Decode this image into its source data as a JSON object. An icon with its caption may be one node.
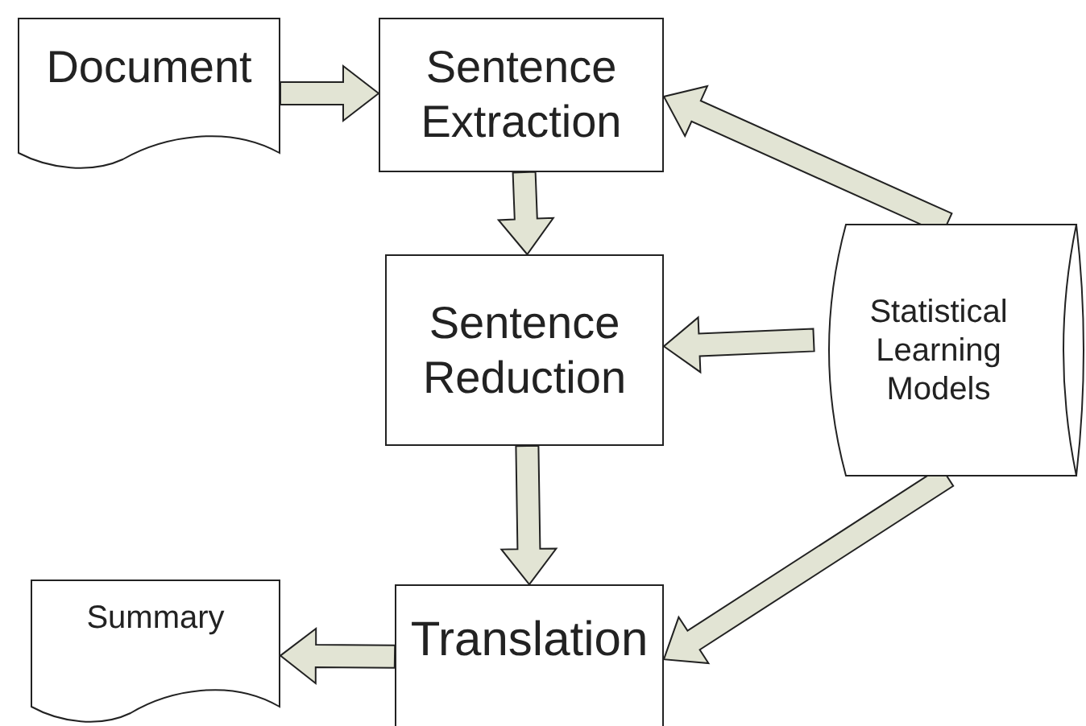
{
  "diagram": {
    "nodes": [
      {
        "text": [
          "Document"
        ]
      },
      {
        "text": [
          "Sentence Extraction"
        ]
      },
      {
        "text": [
          "Sentence Reduction"
        ]
      },
      {
        "text": [
          "Statistical Learning Models"
        ]
      },
      {
        "text": [
          "Summary"
        ]
      },
      {
        "text": [
          "Translation"
        ]
      }
    ],
    "edges": [
      {
        "from": 0,
        "to": 1,
        "arrow": "to"
      },
      {
        "from": 1,
        "to": 2,
        "arrow": "to"
      },
      {
        "from": 3,
        "to": 1,
        "arrow": "to"
      },
      {
        "from": 3,
        "to": 2,
        "arrow": "to"
      },
      {
        "from": 2,
        "to": 5,
        "arrow": "to"
      },
      {
        "from": 3,
        "to": 5,
        "arrow": "to"
      },
      {
        "from": 5,
        "to": 4,
        "arrow": "to"
      }
    ]
  }
}
